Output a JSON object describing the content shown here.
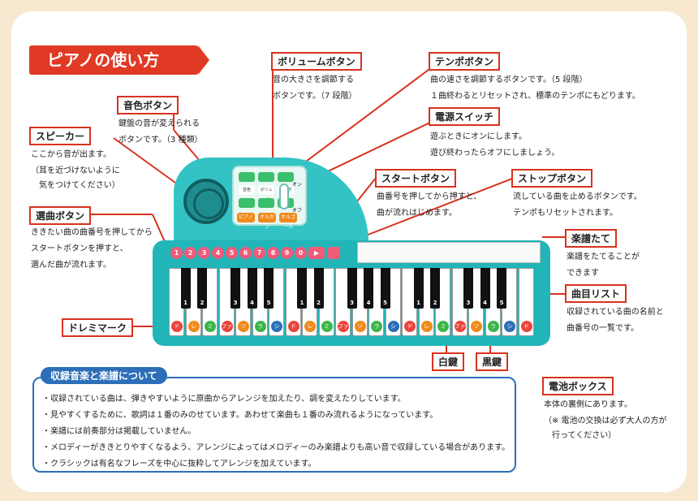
{
  "title": "ピアノの使い方",
  "labels": {
    "volume": {
      "name": "ボリュームボタン",
      "desc": [
        "音の大きさを調節する",
        "ボタンです。（7 段階）"
      ]
    },
    "tempo": {
      "name": "テンポボタン",
      "desc": [
        "曲の速さを調節するボタンです。（5 段階）",
        "１曲終わるとリセットされ、標準のテンポにもどります。"
      ]
    },
    "tone": {
      "name": "音色ボタン",
      "desc": [
        "鍵盤の音が変えられる",
        "ボタンです。（3 種類）"
      ]
    },
    "power": {
      "name": "電源スイッチ",
      "desc": [
        "遊ぶときにオンにします。",
        "遊び終わったらオフにしましょう。"
      ]
    },
    "speaker": {
      "name": "スピーカー",
      "desc": [
        "ここから音が出ます。",
        "（耳を近づけないように",
        "　気をつけてください）"
      ]
    },
    "start": {
      "name": "スタートボタン",
      "desc": [
        "曲番号を押してから押すと、",
        "曲が流れはじめます。"
      ]
    },
    "stop": {
      "name": "ストップボタン",
      "desc": [
        "流している曲を止めるボタンです。",
        "テンポもリセットされます。"
      ]
    },
    "song_select": {
      "name": "選曲ボタン",
      "desc": [
        "ききたい曲の曲番号を押してから",
        "スタートボタンを押すと、",
        "選んだ曲が流れます。"
      ]
    },
    "stand": {
      "name": "楽譜たて",
      "desc": [
        "楽譜をたてることが",
        "できます"
      ]
    },
    "song_list": {
      "name": "曲目リスト",
      "desc": [
        "収録されている曲の名前と",
        "曲番号の一覧です。"
      ]
    },
    "doremi": {
      "name": "ドレミマーク"
    },
    "white_key": {
      "name": "白鍵"
    },
    "black_key": {
      "name": "黒鍵"
    },
    "battery": {
      "name": "電池ボックス",
      "desc": [
        "本体の裏側にあります。",
        "（※ 電池の交換は必ず大人の方が",
        "　行ってください）"
      ]
    }
  },
  "panel": {
    "buttons": [
      "音色",
      "ボリューム",
      "テンポ"
    ],
    "tone_names": [
      "ピアノ",
      "オルガン",
      "オルゴール"
    ],
    "power_on": "オン",
    "power_off": "オフ",
    "numbers": [
      "1",
      "2",
      "3",
      "4",
      "5",
      "6",
      "7",
      "8",
      "9",
      "0"
    ],
    "start_symbol": "▶"
  },
  "keys": {
    "notes": [
      "ド",
      "レ",
      "ミ",
      "ファ",
      "ソ",
      "ラ",
      "シ",
      "ド",
      "レ",
      "ミ",
      "ファ",
      "ソ",
      "ラ",
      "シ",
      "ド",
      "レ",
      "ミ",
      "ファ",
      "ソ",
      "ラ",
      "シ",
      "ド"
    ],
    "note_colors": [
      "#e8453c",
      "#f08a1c",
      "#3cb54a",
      "#e8453c",
      "#f08a1c",
      "#3cb54a",
      "#2c6fb8",
      "#e8453c",
      "#f08a1c",
      "#3cb54a",
      "#e8453c",
      "#f08a1c",
      "#3cb54a",
      "#2c6fb8",
      "#e8453c",
      "#f08a1c",
      "#3cb54a",
      "#e8453c",
      "#f08a1c",
      "#3cb54a",
      "#2c6fb8",
      "#e8453c"
    ],
    "black_numbers": [
      "1",
      "2",
      "",
      "3",
      "4",
      "5",
      "",
      "1",
      "2",
      "",
      "3",
      "4",
      "5",
      "",
      "1",
      "2",
      "",
      "3",
      "4",
      "5"
    ]
  },
  "notes_section": {
    "heading": "収録音楽と楽譜について",
    "items": [
      "・収録されている曲は、弾きやすいように原曲からアレンジを加えたり、調を変えたりしています。",
      "・見やすくするために、歌詞は１番のみのせています。あわせて楽曲も１番のみ流れるようになっています。",
      "・楽譜には前奏部分は掲載していません。",
      "・メロディーがききとりやすくなるよう、アレンジによってはメロディーのみ楽譜よりも高い音で収録している場合があります。",
      "・クラシックは有名なフレーズを中心に抜粋してアレンジを加えています。"
    ]
  },
  "colors": {
    "accent": "#e03a25",
    "piano": "#21b5b8",
    "note_blue": "#2c6fb8"
  }
}
